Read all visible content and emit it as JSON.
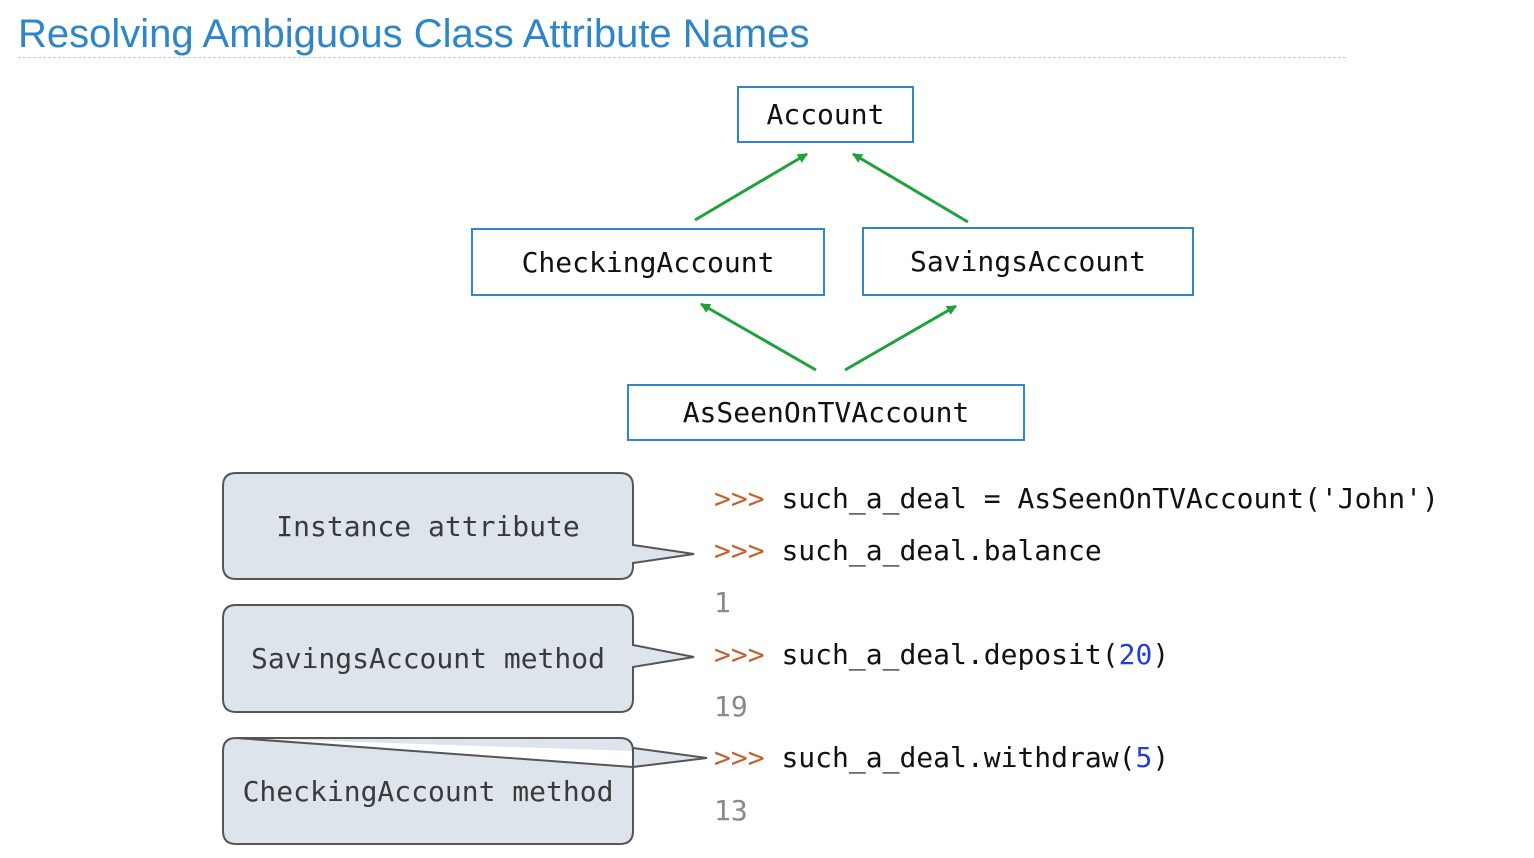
{
  "title": "Resolving Ambiguous Class Attribute Names",
  "diagram": {
    "classes": {
      "account": "Account",
      "checking": "CheckingAccount",
      "savings": "SavingsAccount",
      "tv": "AsSeenOnTVAccount"
    },
    "arrow_color": "#1ea23a",
    "box_border_color": "#2f86c8"
  },
  "callouts": [
    "Instance attribute",
    "SavingsAccount method",
    "CheckingAccount method"
  ],
  "session": {
    "prompt": ">>>",
    "lines": [
      {
        "type": "input",
        "code": "such_a_deal = AsSeenOnTVAccount('John')"
      },
      {
        "type": "input",
        "code": "such_a_deal.balance"
      },
      {
        "type": "output",
        "text": "1"
      },
      {
        "type": "input",
        "code_before": "such_a_deal.deposit(",
        "arg": "20",
        "code_after": ")"
      },
      {
        "type": "output",
        "text": "19"
      },
      {
        "type": "input",
        "code_before": "such_a_deal.withdraw(",
        "arg": "5",
        "code_after": ")"
      },
      {
        "type": "output",
        "text": "13"
      }
    ]
  }
}
